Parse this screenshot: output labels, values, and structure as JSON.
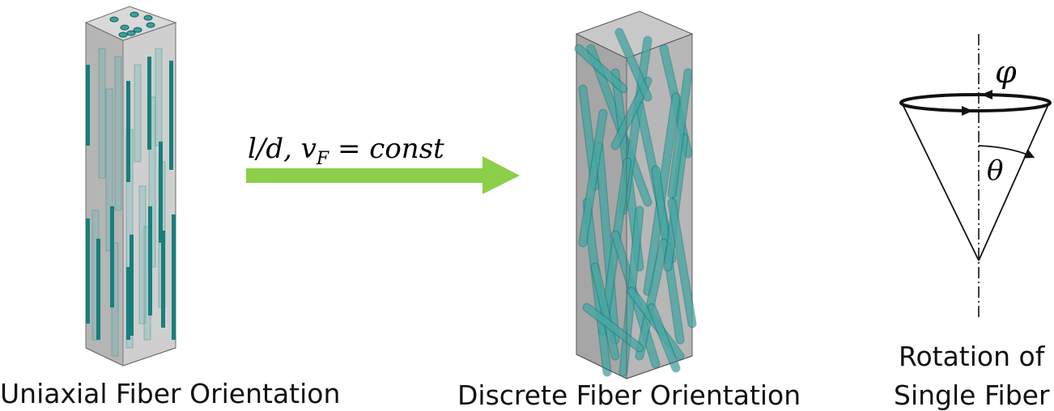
{
  "colors": {
    "fiber_fill": "#5fb8b4",
    "fiber_dark": "#177f7c",
    "box_fill": "#a9a9a9",
    "arrow": "#8ccf4a",
    "line": "#111111"
  },
  "left_panel": {
    "caption": "Uniaxial Fiber Orientation"
  },
  "arrow": {
    "label_lhs": "l/d, v",
    "label_sub": "F",
    "label_rhs": " = const"
  },
  "middle_panel": {
    "caption": "Discrete Fiber Orientation"
  },
  "right_panel": {
    "caption_line1": "Rotation of",
    "caption_line2": "Single Fiber",
    "phi_symbol": "φ",
    "theta_symbol": "θ"
  }
}
